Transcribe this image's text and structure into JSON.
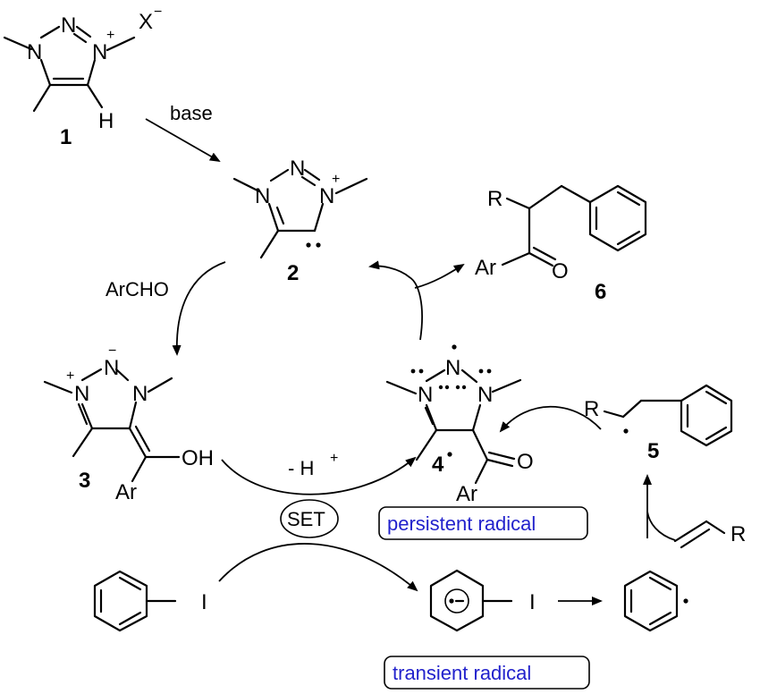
{
  "atoms": {
    "N": "N",
    "X": "X",
    "H": "H",
    "R": "R",
    "Ar": "Ar",
    "O": "O",
    "OH": "OH",
    "I": "I"
  },
  "charges": {
    "plus": "+",
    "minus": "−",
    "H_plus": "+"
  },
  "compound_numbers": {
    "c1": "1",
    "c2": "2",
    "c3": "3",
    "c4": "4",
    "c5": "5",
    "c6": "6"
  },
  "reagents": {
    "base": "base",
    "archo": "ArCHO",
    "minus_h": "- H",
    "set": "SET"
  },
  "labels": {
    "persistent": "persistent radical",
    "transient": "transient radical"
  }
}
